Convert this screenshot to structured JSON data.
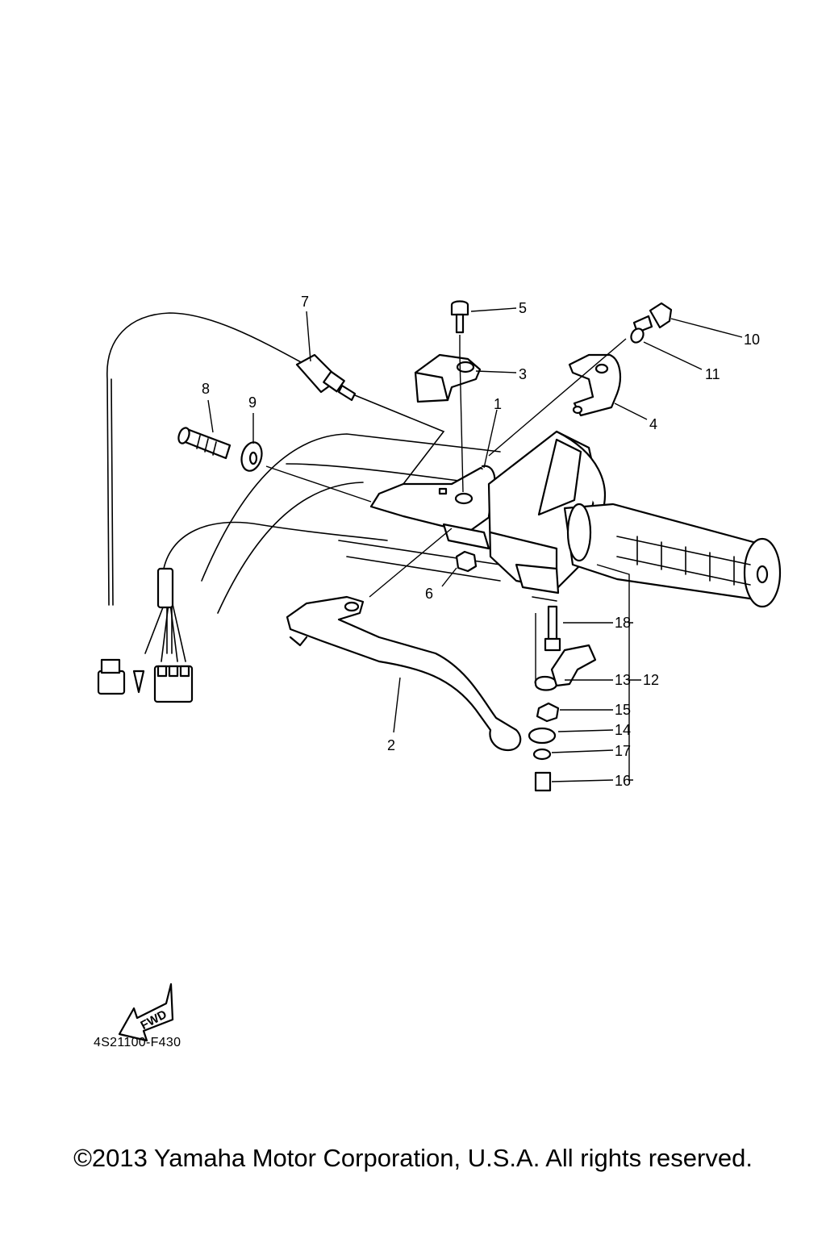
{
  "callouts": [
    {
      "id": "c1",
      "label": "1"
    },
    {
      "id": "c2",
      "label": "2"
    },
    {
      "id": "c3",
      "label": "3"
    },
    {
      "id": "c4",
      "label": "4"
    },
    {
      "id": "c5",
      "label": "5"
    },
    {
      "id": "c6",
      "label": "6"
    },
    {
      "id": "c7",
      "label": "7"
    },
    {
      "id": "c8",
      "label": "8"
    },
    {
      "id": "c9",
      "label": "9"
    },
    {
      "id": "c10",
      "label": "10"
    },
    {
      "id": "c11",
      "label": "11"
    },
    {
      "id": "c12",
      "label": "12"
    },
    {
      "id": "c13",
      "label": "13"
    },
    {
      "id": "c14",
      "label": "14"
    },
    {
      "id": "c15",
      "label": "15"
    },
    {
      "id": "c16",
      "label": "16"
    },
    {
      "id": "c17",
      "label": "17"
    },
    {
      "id": "c18",
      "label": "18"
    }
  ],
  "fwd_label": "FWD",
  "diagram_code": "4S21100-F430",
  "copyright": "©2013 Yamaha Motor Corporation, U.S.A. All rights reserved."
}
